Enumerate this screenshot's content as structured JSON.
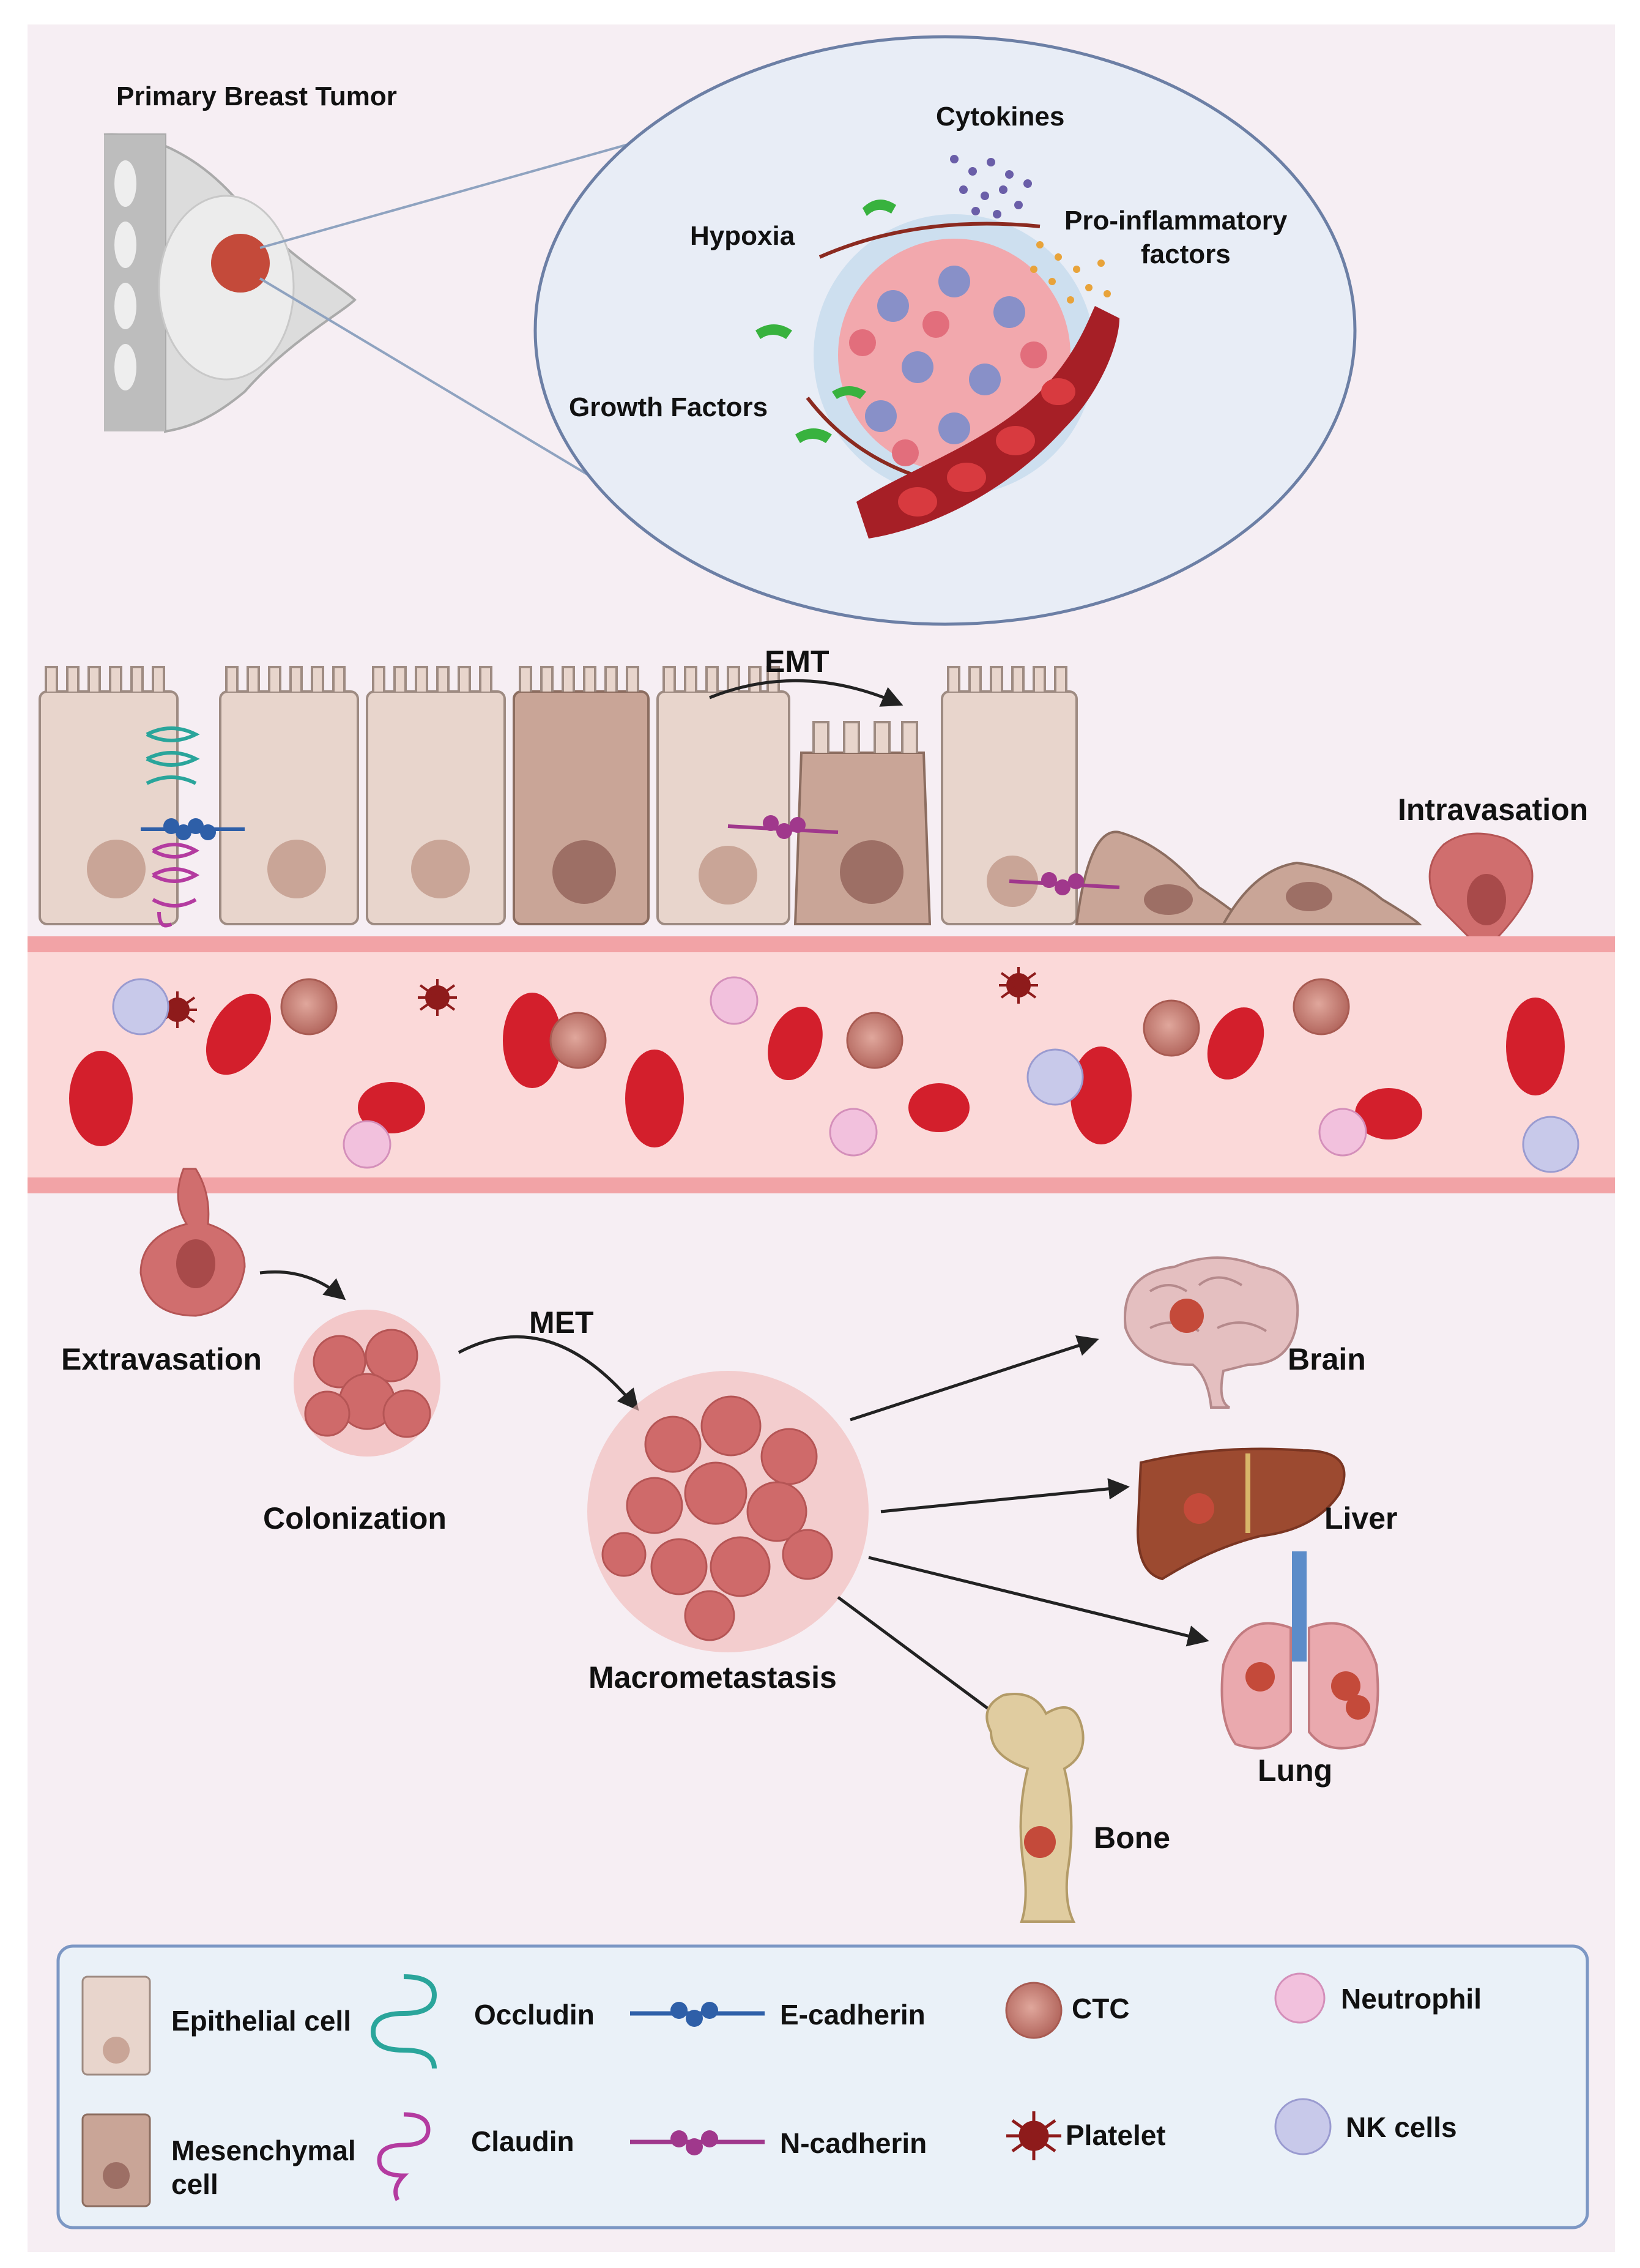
{
  "tumor_panel": {
    "title": "Primary Breast Tumor",
    "factors": {
      "cytokines": "Cytokines",
      "hypoxia": "Hypoxia",
      "pro_inflammatory_1": "Pro-inflammatory",
      "pro_inflammatory_2": "factors",
      "growth_factors": "Growth Factors"
    }
  },
  "process": {
    "emt": "EMT",
    "intravasation": "Intravasation",
    "extravasation": "Extravasation",
    "met": "MET",
    "colonization": "Colonization",
    "macrometastasis": "Macrometastasis"
  },
  "organs": {
    "brain": "Brain",
    "liver": "Liver",
    "lung": "Lung",
    "bone": "Bone"
  },
  "legend": {
    "epithelial": "Epithelial cell",
    "mesenchymal_1": "Mesenchymal",
    "mesenchymal_2": "cell",
    "occludin": "Occludin",
    "claudin": "Claudin",
    "e_cadherin": "E-cadherin",
    "n_cadherin": "N-cadherin",
    "ctc": "CTC",
    "platelet": "Platelet",
    "neutrophil": "Neutrophil",
    "nk_cells": "NK cells"
  },
  "colors": {
    "background": "#f6eef3",
    "vessel": "#fbd9d9",
    "rbc": "#d31f2c",
    "epithelial": "#e8d5cc",
    "mesenchymal": "#c79c8e",
    "tumor": "#d46060",
    "occludin": "#2aa59b",
    "claudin": "#b43ba0",
    "e_cadherin": "#2e5fa8",
    "n_cadherin": "#a0388c",
    "legend_bg": "#eaf1f8"
  }
}
